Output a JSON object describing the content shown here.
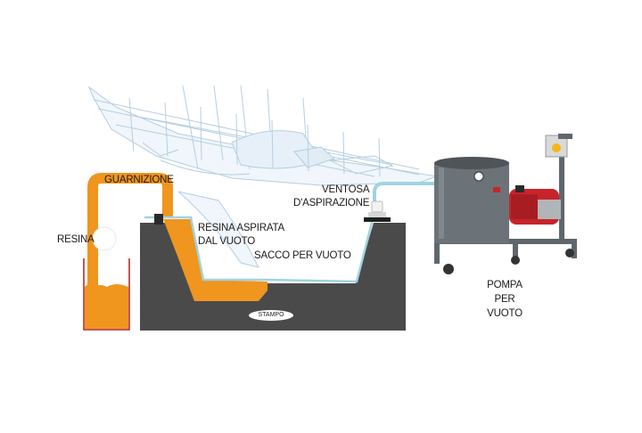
{
  "labels": {
    "guarnizione": "GUARNIZIONE",
    "resina": "RESINA",
    "resina_aspirata_1": "RESINA ASPIRATA",
    "resina_aspirata_2": "DAL VUOTO",
    "sacco": "SACCO PER VUOTO",
    "ventosa_1": "VENTOSA",
    "ventosa_2": "D'ASPIRAZIONE",
    "stampo": "STAMPO",
    "pompa_1": "POMPA",
    "pompa_2": "PER",
    "pompa_3": "VUOTO"
  },
  "colors": {
    "resin": "#f0951e",
    "mold": "#4a4a4a",
    "bag_line": "#9fd3e2",
    "boat_sketch": "#a9c6dd",
    "pump_tank": "#6b7378",
    "pump_motor": "#c8232a"
  },
  "icons": {
    "boat": "sailboat-sketch",
    "pump": "vacuum-pump-cart"
  }
}
